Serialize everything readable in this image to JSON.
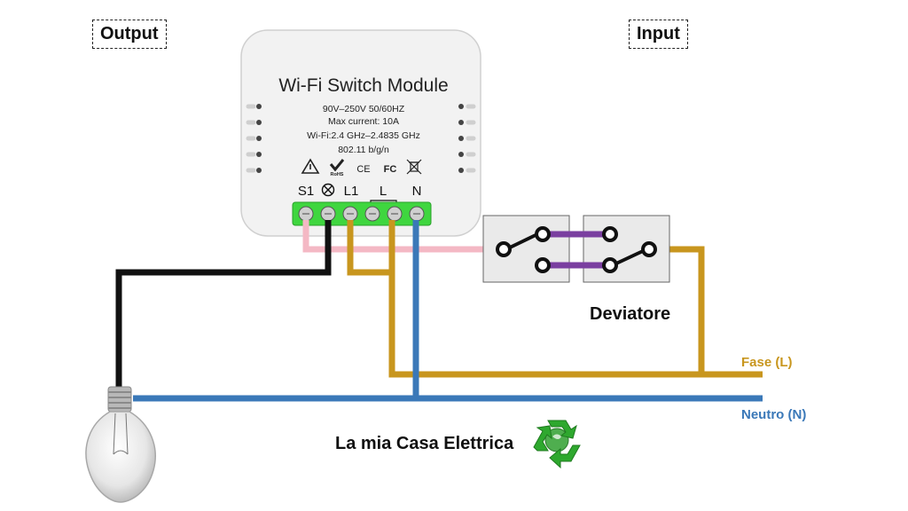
{
  "labels": {
    "output": "Output",
    "input": "Input",
    "deviatore": "Deviatore",
    "fase": "Fase (L)",
    "neutro": "Neutro (N)",
    "brand": "La mia Casa Elettrica"
  },
  "module": {
    "title": "Wi-Fi Switch Module",
    "spec_voltage": "90V–250V   50/60HZ",
    "spec_current": "Max current: 10A",
    "spec_wifi": "Wi-Fi:2.4 GHz–2.4835 GHz",
    "spec_standard": "802.11 b/g/n",
    "cert_ce": "CE",
    "cert_fc": "FC",
    "cert_rohs": "RoHS",
    "terminal_s1": "S1",
    "terminal_l1": "L1",
    "terminal_l": "L",
    "terminal_n": "N"
  },
  "colors": {
    "phase": "#c8961e",
    "neutral": "#3a78b8",
    "load": "#111111",
    "switch_wire": "#f4b8c4",
    "link": "#7a3fa0",
    "terminal_block": "#3fd63f",
    "module_body": "#f2f2f2",
    "recycle": "#2ea82e"
  },
  "icons": {
    "warning": "warning-triangle-icon",
    "rohs": "rohs-check-icon",
    "weee": "crossed-bin-icon",
    "lamp": "light-bulb-icon",
    "recycle": "recycle-icon",
    "lamp_symbol": "lamp-symbol-icon"
  }
}
